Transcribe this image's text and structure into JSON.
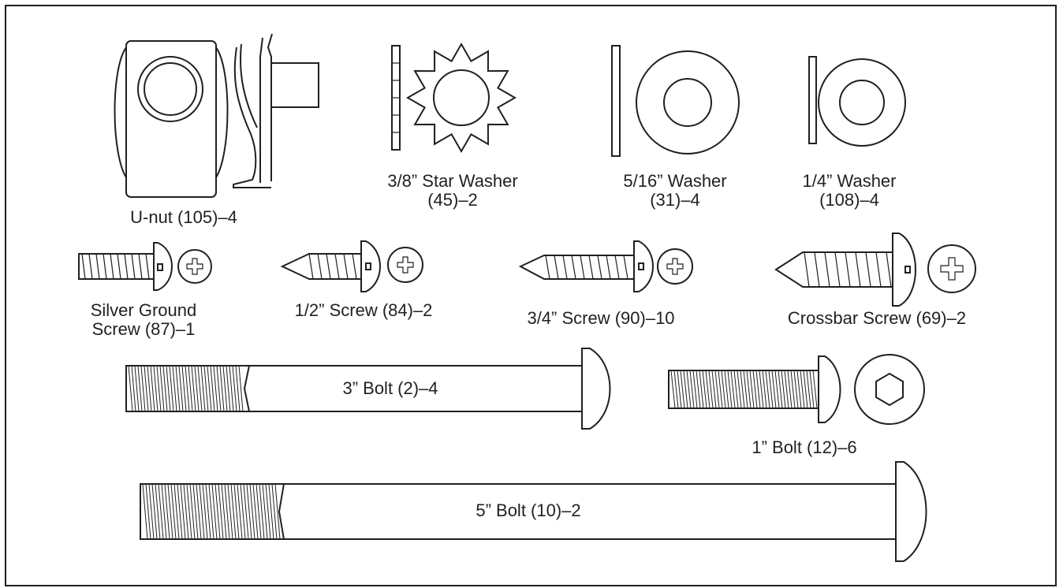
{
  "colors": {
    "ink": "#231f20",
    "paper": "#ffffff"
  },
  "parts": {
    "unut": {
      "line1": "U-nut (105)–4"
    },
    "star_washer": {
      "line1": "3/8” Star Washer",
      "line2": "(45)–2"
    },
    "washer_516": {
      "line1": "5/16” Washer",
      "line2": "(31)–4"
    },
    "washer_14": {
      "line1": "1/4” Washer",
      "line2": "(108)–4"
    },
    "silver_ground_screw": {
      "line1": "Silver Ground",
      "line2": "Screw (87)–1"
    },
    "screw_12": {
      "line1": "1/2” Screw (84)–2"
    },
    "screw_34": {
      "line1": "3/4” Screw (90)–10"
    },
    "crossbar_screw": {
      "line1": "Crossbar Screw (69)–2"
    },
    "bolt_3": {
      "line1": "3” Bolt (2)–4"
    },
    "bolt_1": {
      "line1": "1” Bolt (12)–6"
    },
    "bolt_5": {
      "line1": "5” Bolt (10)–2"
    }
  }
}
